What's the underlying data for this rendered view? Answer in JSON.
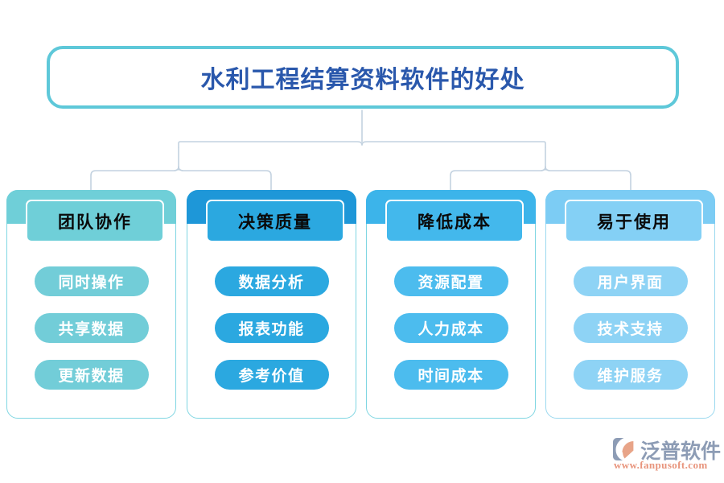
{
  "diagram": {
    "title": "水利工程结算资料软件的好处",
    "title_color": "#2a58ac",
    "title_border_color": "#5ec8d9",
    "connector_color": "#c3d2e0",
    "background": "#ffffff",
    "columns": [
      {
        "id": "team-collaboration",
        "header": "团队协作",
        "band_color": "#6fcfd8",
        "head_color": "#6fcfd8",
        "pill_color": "#72cdd8",
        "border_color": "#7fd6e2",
        "items": [
          "同时操作",
          "共享数据",
          "更新数据"
        ]
      },
      {
        "id": "decision-quality",
        "header": "决策质量",
        "band_color": "#1e97d8",
        "head_color": "#2ba8e0",
        "pill_color": "#2ba8e0",
        "border_color": "#7fd6e2",
        "items": [
          "数据分析",
          "报表功能",
          "参考价值"
        ]
      },
      {
        "id": "reduce-cost",
        "header": "降低成本",
        "band_color": "#3cb4ea",
        "head_color": "#43b8ec",
        "pill_color": "#4cbcee",
        "border_color": "#7fd6e2",
        "items": [
          "资源配置",
          "人力成本",
          "时间成本"
        ]
      },
      {
        "id": "easy-to-use",
        "header": "易于使用",
        "band_color": "#7cccf4",
        "head_color": "#84d0f5",
        "pill_color": "#8ed3f5",
        "border_color": "#9bd9ef",
        "items": [
          "用户界面",
          "技术支持",
          "维护服务"
        ]
      }
    ]
  },
  "logo": {
    "name": "泛普软件",
    "url": "www.fanpusoft.com",
    "name_color": "#8d9cb5",
    "url_color": "#e8947c",
    "mark_color": "#8d9cb5",
    "mark_accent": "#e8a488"
  }
}
